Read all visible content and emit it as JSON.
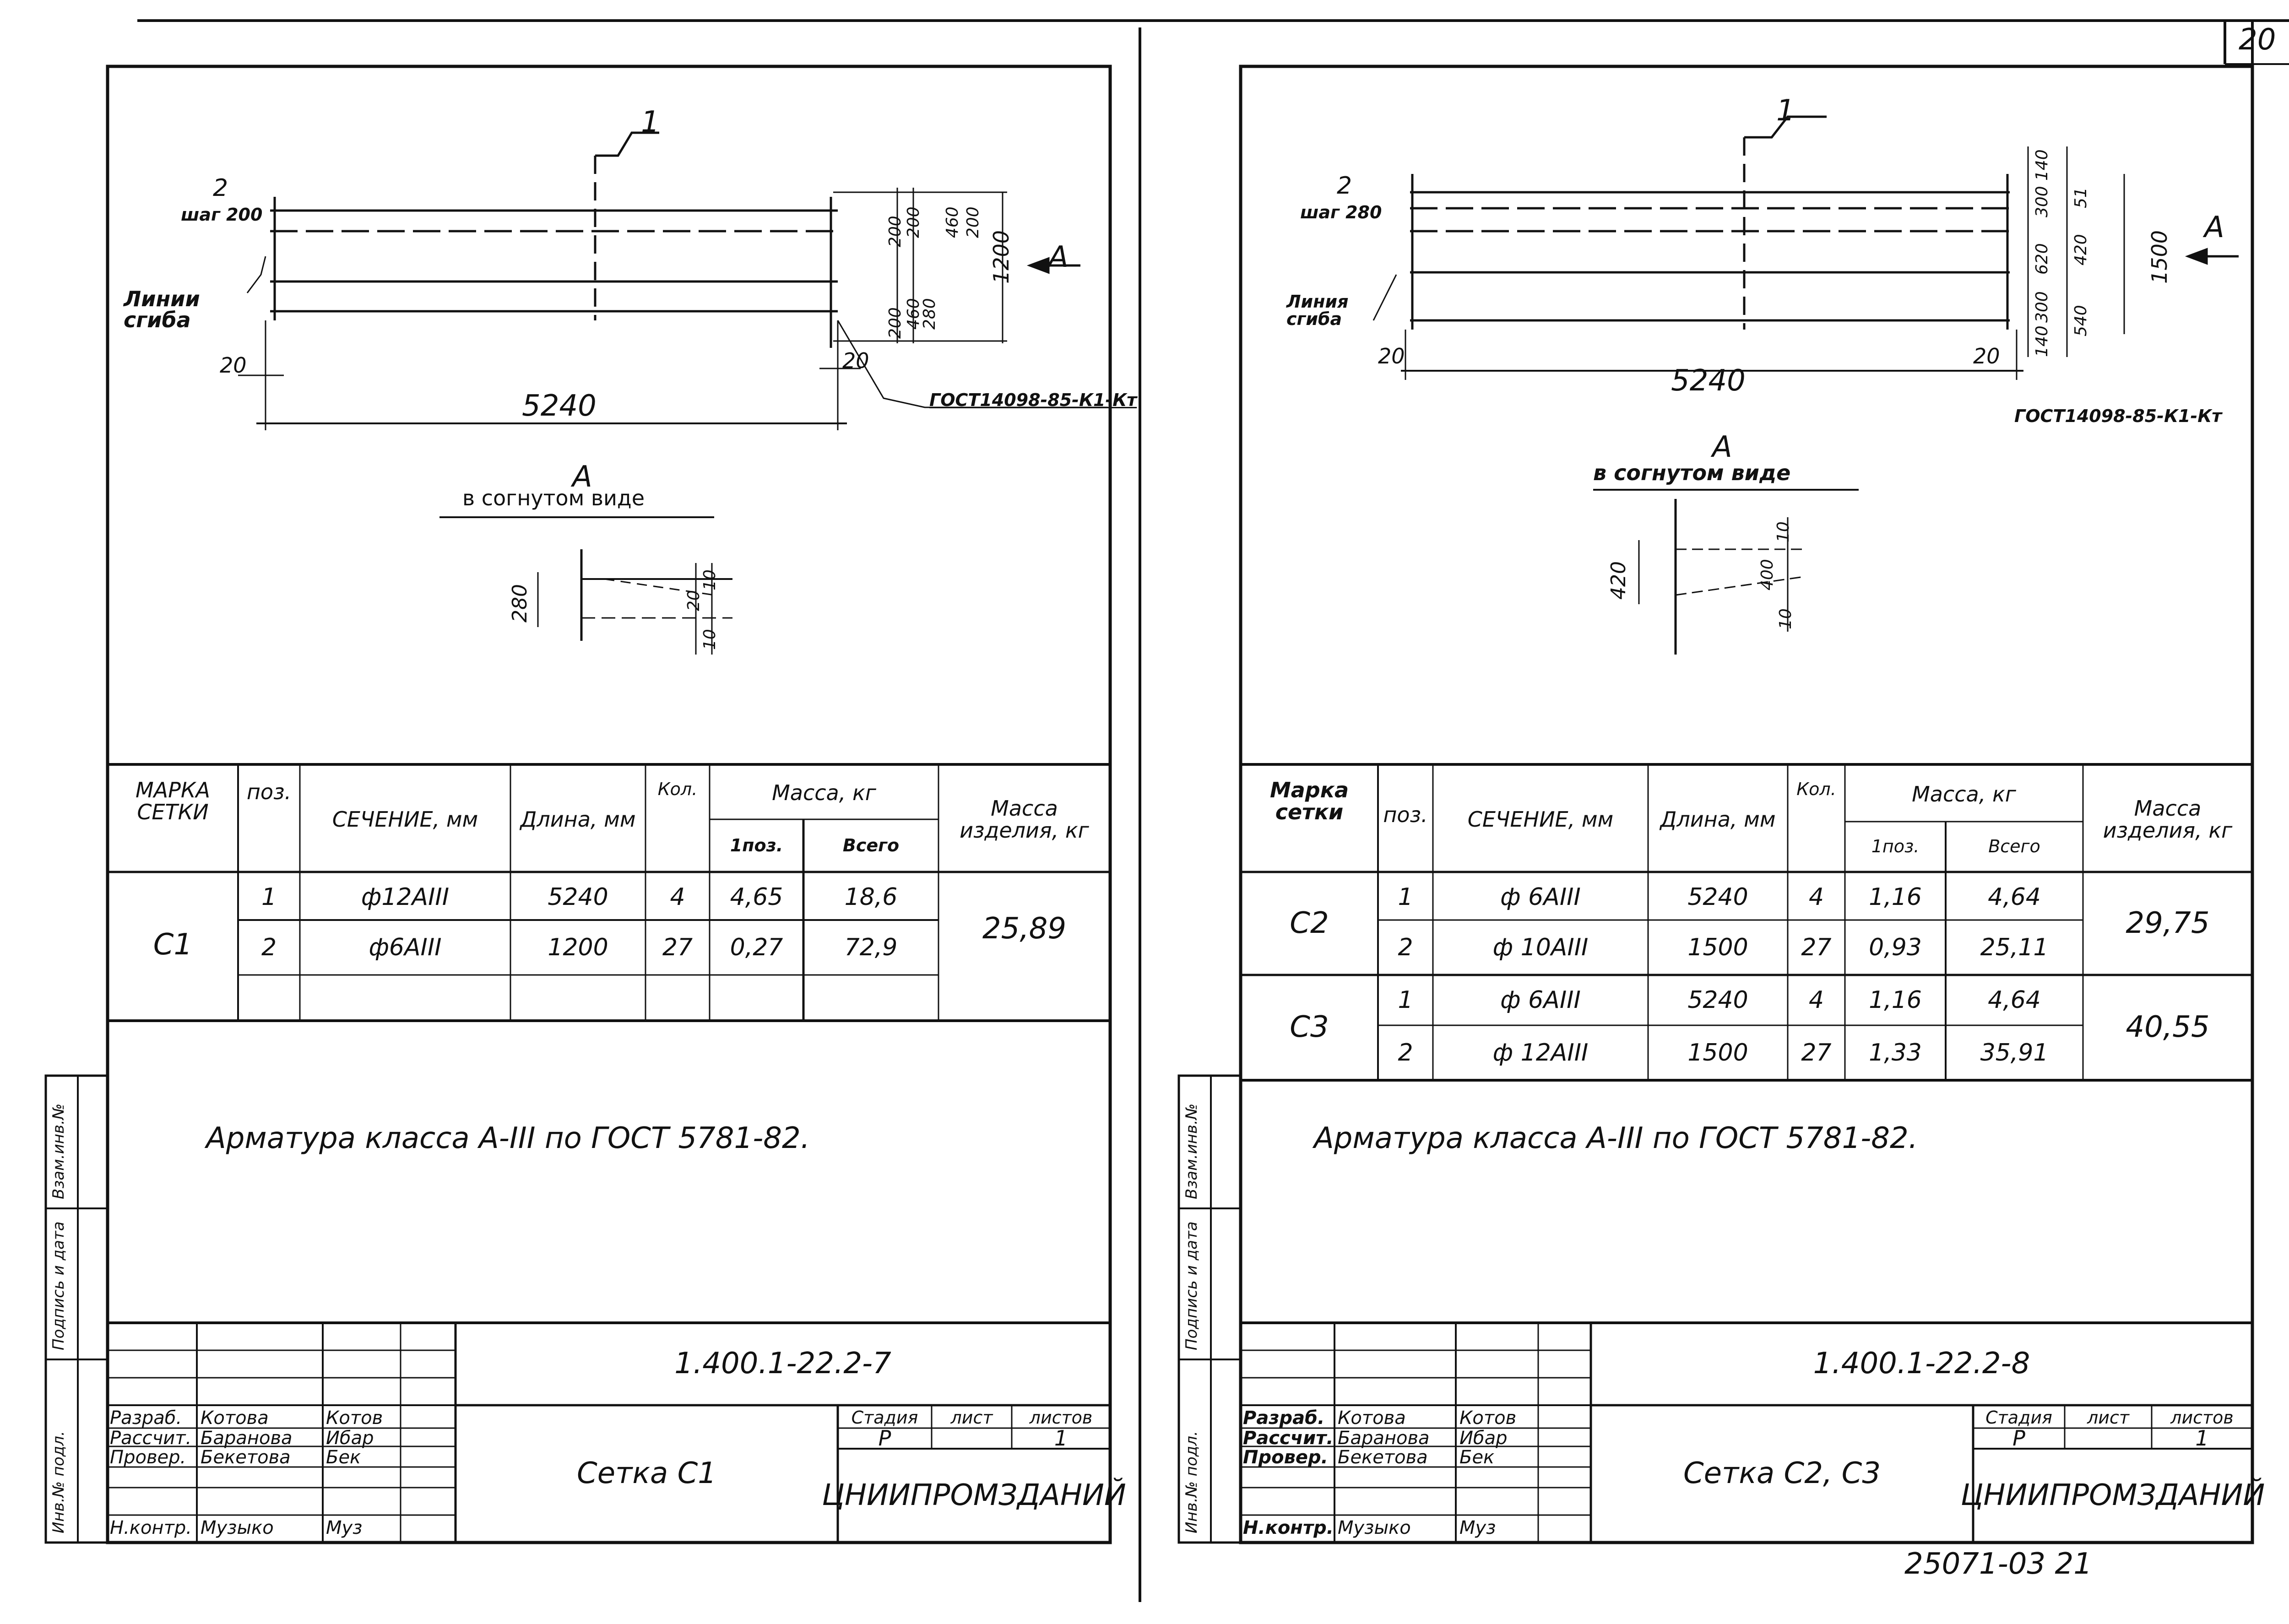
{
  "page_number": "20",
  "bottom_code": "25071-03   21",
  "left_sheet": {
    "drawing": {
      "mark_1": "1",
      "mark_2": "2",
      "step": "шаг 200",
      "bend_line": "Линии сгиба",
      "dim_20_left": "20",
      "dim_20_right": "20",
      "length": "5240",
      "gost": "ГОСТ14098-85-К1-Кт",
      "dims_right": [
        "200",
        "200",
        "460",
        "280",
        "460",
        "200",
        "200",
        "1200"
      ],
      "view_mark": "А",
      "view_title": "А",
      "view_subtitle": "в согнутом виде",
      "view_dims": [
        "280",
        "10",
        "20",
        "10"
      ]
    },
    "table": {
      "headers": {
        "mark": "МАРКА СЕТКИ",
        "pos": "поз.",
        "section": "СЕЧЕНИЕ, мм",
        "length": "Длина, мм",
        "qty": "Кол.",
        "mass": "Масса, кг",
        "mass_one": "1поз.",
        "mass_all": "Всего",
        "mass_item": "Масса изделия, кг"
      },
      "rows": [
        {
          "mark": "С1",
          "pos": "1",
          "section": "ф12АIII",
          "length": "5240",
          "qty": "4",
          "one": "4,65",
          "all": "18,6",
          "item": "25,89"
        },
        {
          "mark": "",
          "pos": "2",
          "section": "ф6АIII",
          "length": "1200",
          "qty": "27",
          "one": "0,27",
          "all": "72,9",
          "item": ""
        }
      ]
    },
    "note": "Арматура   класса   А-III   по ГОСТ 5781-82.",
    "side_labels": [
      "Взам.инв.№",
      "Подпись и дата",
      "Инв.№ подл."
    ],
    "stamp": {
      "code": "1.400.1-22.2-7",
      "title": "Сетка С1",
      "stage_label": "Стадия",
      "sheet_label": "лист",
      "sheets_label": "листов",
      "stage": "Р",
      "sheets": "1",
      "org": "ЦНИИПРОМЗДАНИЙ",
      "people": [
        {
          "role": "Разраб.",
          "name": "Котова",
          "sign": "Котов"
        },
        {
          "role": "Рассчит.",
          "name": "Баранова",
          "sign": "Ибар"
        },
        {
          "role": "Провер.",
          "name": "Бекетова",
          "sign": "Бек"
        },
        {
          "role": "",
          "name": "",
          "sign": ""
        },
        {
          "role": "Н.контр.",
          "name": "Музыко",
          "sign": "Муз"
        }
      ]
    }
  },
  "right_sheet": {
    "drawing": {
      "mark_1": "1",
      "mark_2": "2",
      "step": "шаг 280",
      "bend_line": "Линия сгиба",
      "dim_20_left": "20",
      "dim_20_right": "20",
      "length": "5240",
      "gost": "ГОСТ14098-85-К1-Кт",
      "dims_right": [
        "140",
        "300",
        "620",
        "300",
        "140",
        "51",
        "420",
        "540",
        "1500"
      ],
      "view_mark": "А",
      "view_title": "А",
      "view_subtitle": "в согнутом виде",
      "view_dims": [
        "420",
        "10",
        "400",
        "10"
      ]
    },
    "table": {
      "headers": {
        "mark": "Марка сетки",
        "pos": "поз.",
        "section": "СЕЧЕНИЕ, мм",
        "length": "Длина, мм",
        "qty": "Кол.",
        "mass": "Масса, кг",
        "mass_one": "1поз.",
        "mass_all": "Всего",
        "mass_item": "Масса изделия, кг"
      },
      "rows": [
        {
          "mark": "С2",
          "pos": "1",
          "section": "ф 6АIII",
          "length": "5240",
          "qty": "4",
          "one": "1,16",
          "all": "4,64",
          "item": "29,75"
        },
        {
          "mark": "",
          "pos": "2",
          "section": "ф 10АIII",
          "length": "1500",
          "qty": "27",
          "one": "0,93",
          "all": "25,11",
          "item": ""
        },
        {
          "mark": "С3",
          "pos": "1",
          "section": "ф 6АIII",
          "length": "5240",
          "qty": "4",
          "one": "1,16",
          "all": "4,64",
          "item": "40,55"
        },
        {
          "mark": "",
          "pos": "2",
          "section": "ф 12АIII",
          "length": "1500",
          "qty": "27",
          "one": "1,33",
          "all": "35,91",
          "item": ""
        }
      ]
    },
    "note": "Арматура  класса  А-III  по ГОСТ 5781-82.",
    "side_labels": [
      "Взам.инв.№",
      "Подпись и дата",
      "Инв.№ подл."
    ],
    "stamp": {
      "code": "1.400.1-22.2-8",
      "title": "Сетка С2, С3",
      "stage_label": "Стадия",
      "sheet_label": "лист",
      "sheets_label": "листов",
      "stage": "Р",
      "sheets": "1",
      "org": "ЦНИИПРОМЗДАНИЙ",
      "people": [
        {
          "role": "Разраб.",
          "name": "Котова",
          "sign": "Котов"
        },
        {
          "role": "Рассчит.",
          "name": "Баранова",
          "sign": "Ибар"
        },
        {
          "role": "Провер.",
          "name": "Бекетова",
          "sign": "Бек"
        },
        {
          "role": "",
          "name": "",
          "sign": ""
        },
        {
          "role": "Н.контр.",
          "name": "Музыко",
          "sign": "Муз"
        }
      ]
    }
  }
}
